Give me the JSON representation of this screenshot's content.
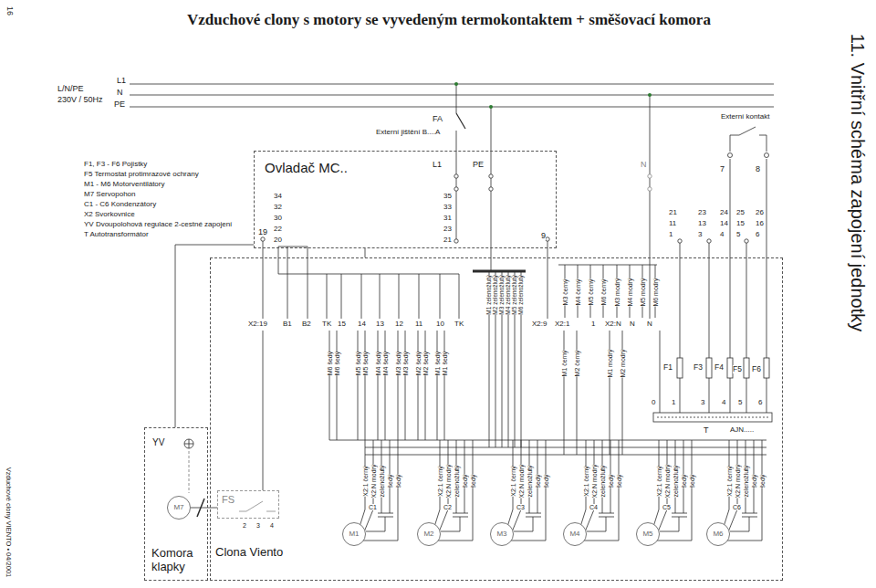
{
  "diagram": {
    "title": "Vzduchové clony s motory se vyvedeným termokontaktem + směšovací komora",
    "nodes": [
      {
        "text": [
          "Ovladač MC.."
        ]
      },
      {
        "text": [
          "Clona Viento"
        ]
      },
      {
        "text": [
          "M1"
        ],
        "in": 1
      },
      {
        "text": [
          "M2"
        ],
        "in": 1
      },
      {
        "text": [
          "M3"
        ],
        "in": 1
      },
      {
        "text": [
          "M4"
        ],
        "in": 1
      },
      {
        "text": [
          "M5"
        ],
        "in": 1
      },
      {
        "text": [
          "M6"
        ],
        "in": 1
      },
      {
        "text": [
          "FS"
        ],
        "in": 1
      },
      {
        "text": [
          "Komora klapky"
        ]
      },
      {
        "text": [
          "M7"
        ],
        "in": 9
      }
    ],
    "edges": [
      {
        "from": 0,
        "to": 1,
        "arrow": "none"
      },
      {
        "from": 0,
        "to": 9,
        "arrow": "none"
      }
    ],
    "labels": [
      "16",
      "Vzduchové clony VIENTO • 04/2001",
      "11. Vnitřní schéma zapojení jednotky",
      "L/N/PE",
      "230V / 50Hz",
      "L1",
      "N",
      "PE",
      "F1, F3 - F6 Pojistky",
      "F5 Termostat protimrazové ochrany",
      "M1 - M6 Motorventilátory",
      "M7 Servopohon",
      "C1 - C6 Kondenzátory",
      "X2 Svorkovnice",
      "YV Dvoupolohová regulace 2-cestné zapojení",
      "T Autotransformátor",
      "Externí jištění B....A",
      "FA",
      "L1",
      "PE",
      "N",
      "Externí kontakt",
      "7",
      "8",
      "34",
      "32",
      "30",
      "22",
      "20",
      "19",
      "35",
      "33",
      "31",
      "23",
      "21",
      "9",
      "21",
      "11",
      "1",
      "23",
      "13",
      "3",
      "24",
      "14",
      "4",
      "25",
      "15",
      "5",
      "26",
      "16",
      "6",
      "X2:19",
      "B1",
      "B2",
      "TK",
      "15",
      "14",
      "13",
      "12",
      "11",
      "10",
      "TK",
      "X2:9",
      "X2:1",
      "1",
      "X2:N",
      "N",
      "N",
      "M6 šedý",
      "M6 šedý",
      "M5 šedý",
      "M5 šedý",
      "M4 šedý",
      "M4 šedý",
      "M3 šedý",
      "M3 šedý",
      "M2 šedý",
      "M2 šedý",
      "M1 šedý",
      "M1 šedý",
      "M1 zelenožlutý",
      "M2 zelenožlutý",
      "M3 zelenožlutý",
      "M4 zelenožlutý",
      "M5 zelenožlutý",
      "M6 zelenožlutý",
      "M3 černý",
      "M4 černý",
      "M5 černý",
      "M6 černý",
      "M3 modrý",
      "M4 modrý",
      "M5 modrý",
      "M6 modrý",
      "M1 černý",
      "M2 černý",
      "M1 modrý",
      "M2 modrý",
      "F1",
      "F3",
      "F4",
      "F5",
      "F6",
      "0",
      "1",
      "3",
      "4",
      "5",
      "6",
      "T",
      "AJN.....",
      "YV",
      "2",
      "3",
      "4",
      "X2:1 černý",
      "X2:N modrý",
      "zelenožlutý",
      "šedý",
      "šedý",
      "C1",
      "X2:1 černý",
      "X2:N modrý",
      "zelenožlutý",
      "šedý",
      "šedý",
      "C2",
      "X2:1 černý",
      "X2:N modrý",
      "zelenožlutý",
      "šedý",
      "šedý",
      "C3",
      "X2:1 černý",
      "X2:N modrý",
      "zelenožlutý",
      "šedý",
      "šedý",
      "C4",
      "X2:1 černý",
      "X2:N modrý",
      "zelenožlutý",
      "šedý",
      "šedý",
      "C5",
      "X2:1 černý",
      "X2:N modrý",
      "zelenožlutý",
      "šedý",
      "šedý",
      "C6"
    ]
  }
}
